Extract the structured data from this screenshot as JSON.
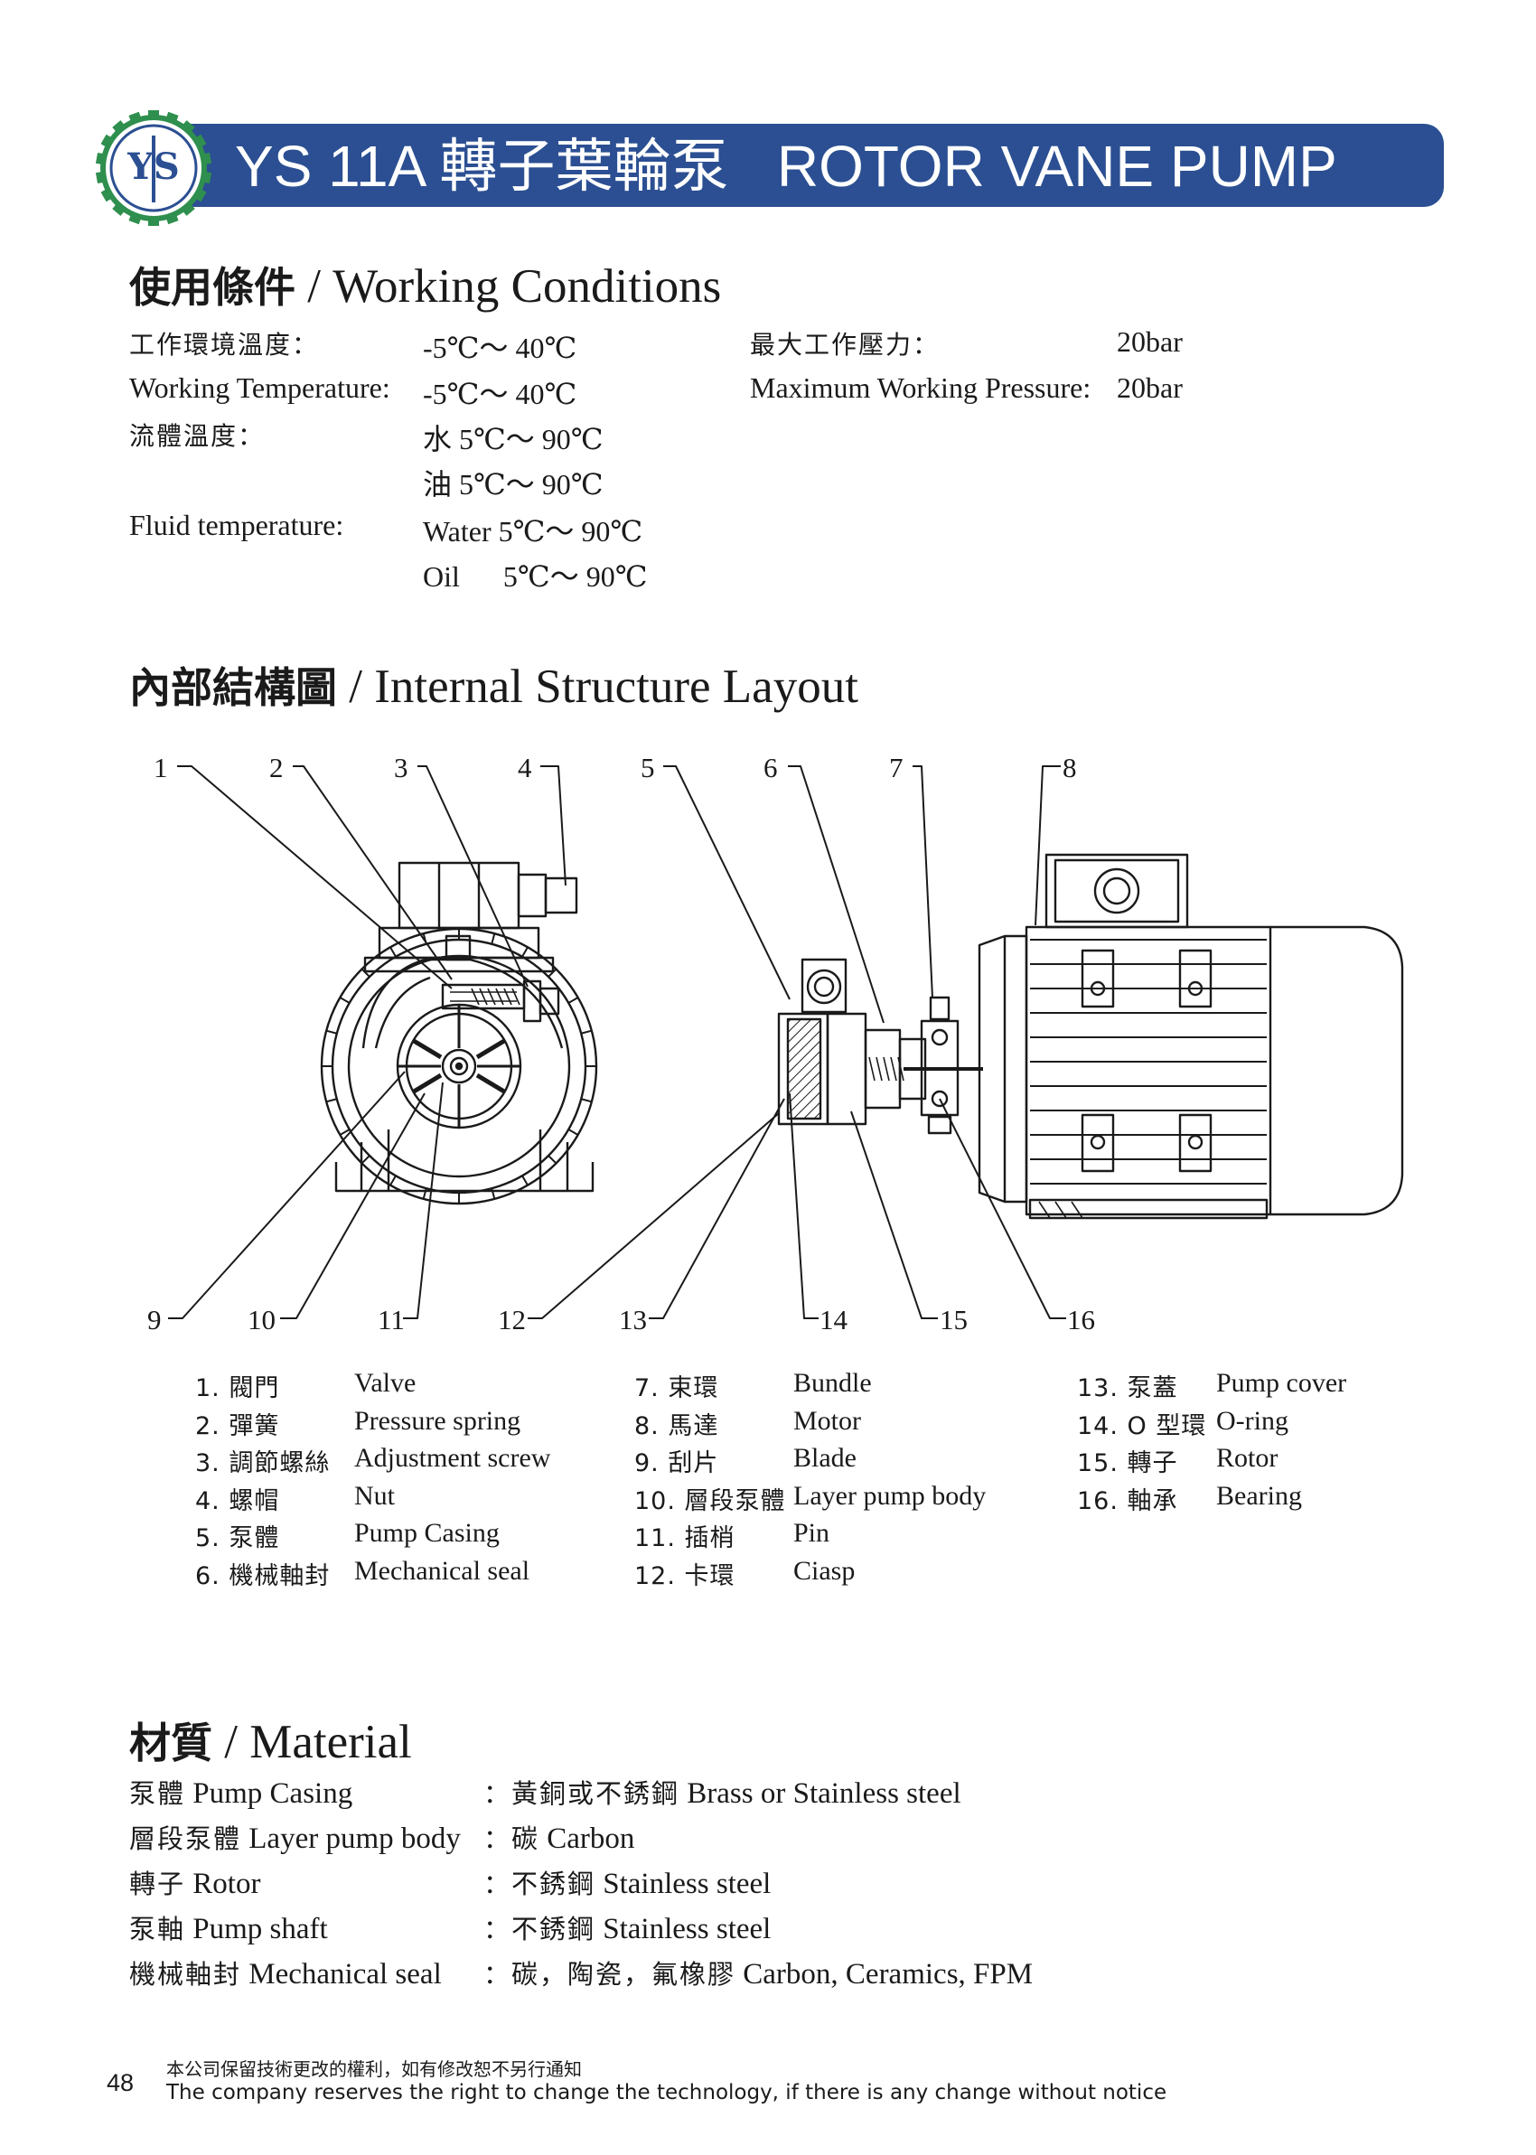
{
  "header": {
    "title": "YS 11A 轉子葉輪泵   ROTOR VANE PUMP",
    "logo_letters": "YS",
    "brand_color": "#2b4f92",
    "logo_color": "#2f8f4e"
  },
  "working_conditions": {
    "title_cn": "使用條件",
    "title_en": " / Working Conditions",
    "rows": [
      {
        "label": "工作環境溫度：",
        "value": "-5℃～ 40℃",
        "label2": "最大工作壓力：",
        "value2": "20bar"
      },
      {
        "label": "Working Temperature:",
        "value": "-5℃～ 40℃",
        "label2": "Maximum Working Pressure:",
        "value2": "20bar"
      },
      {
        "label": "流體溫度：",
        "value": "水 5℃～ 90℃"
      },
      {
        "label": "",
        "value": "油 5℃～ 90℃"
      },
      {
        "label": "Fluid temperature:",
        "value": "Water 5℃～ 90℃"
      },
      {
        "label": "",
        "value": "Oil      5℃～ 90℃"
      }
    ]
  },
  "structure": {
    "title_cn": "內部結構圖",
    "title_en": " / Internal Structure Layout",
    "callouts": [
      "1",
      "2",
      "3",
      "4",
      "5",
      "6",
      "7",
      "8",
      "9",
      "10",
      "11",
      "12",
      "13",
      "14",
      "15",
      "16"
    ]
  },
  "parts": {
    "col1": [
      {
        "cn": "1. 閥門",
        "en": "Valve"
      },
      {
        "cn": "2. 彈簧",
        "en": "Pressure spring"
      },
      {
        "cn": "3. 調節螺絲",
        "en": "Adjustment screw"
      },
      {
        "cn": "4. 螺帽",
        "en": "Nut"
      },
      {
        "cn": "5. 泵體",
        "en": "Pump Casing"
      },
      {
        "cn": "6. 機械軸封",
        "en": "Mechanical seal"
      }
    ],
    "col2": [
      {
        "cn": "7. 束環",
        "en": "Bundle"
      },
      {
        "cn": "8. 馬達",
        "en": "Motor"
      },
      {
        "cn": "9. 刮片",
        "en": "Blade"
      },
      {
        "cn": "10. 層段泵體",
        "en": "Layer pump body"
      },
      {
        "cn": "11. 插梢",
        "en": "Pin"
      },
      {
        "cn": "12. 卡環",
        "en": "Ciasp"
      }
    ],
    "col3": [
      {
        "cn": "13. 泵蓋",
        "en": "Pump cover"
      },
      {
        "cn": "14. O 型環",
        "en": "O-ring"
      },
      {
        "cn": "15. 轉子",
        "en": "Rotor"
      },
      {
        "cn": "16. 軸承",
        "en": "Bearing"
      }
    ]
  },
  "material": {
    "title_cn": "材質",
    "title_en": " / Material",
    "rows": [
      {
        "cn": "泵體",
        "en": " Pump Casing",
        "value_cn": "：黃銅或不銹鋼",
        "value_en": " Brass or Stainless steel"
      },
      {
        "cn": "層段泵體",
        "en": " Layer pump body",
        "value_cn": "：碳",
        "value_en": " Carbon"
      },
      {
        "cn": "轉子",
        "en": " Rotor",
        "value_cn": "：不銹鋼",
        "value_en": " Stainless steel"
      },
      {
        "cn": "泵軸",
        "en": " Pump shaft",
        "value_cn": "：不銹鋼",
        "value_en": " Stainless steel"
      },
      {
        "cn": "機械軸封",
        "en": " Mechanical seal",
        "value_cn": "：碳，陶瓷，氟橡膠",
        "value_en": " Carbon, Ceramics, FPM"
      }
    ]
  },
  "footer": {
    "page_number": "48",
    "note_cn": "本公司保留技術更改的權利，如有修改恕不另行通知",
    "note_en": "The company reserves the right to change the technology, if there is any change without notice"
  }
}
